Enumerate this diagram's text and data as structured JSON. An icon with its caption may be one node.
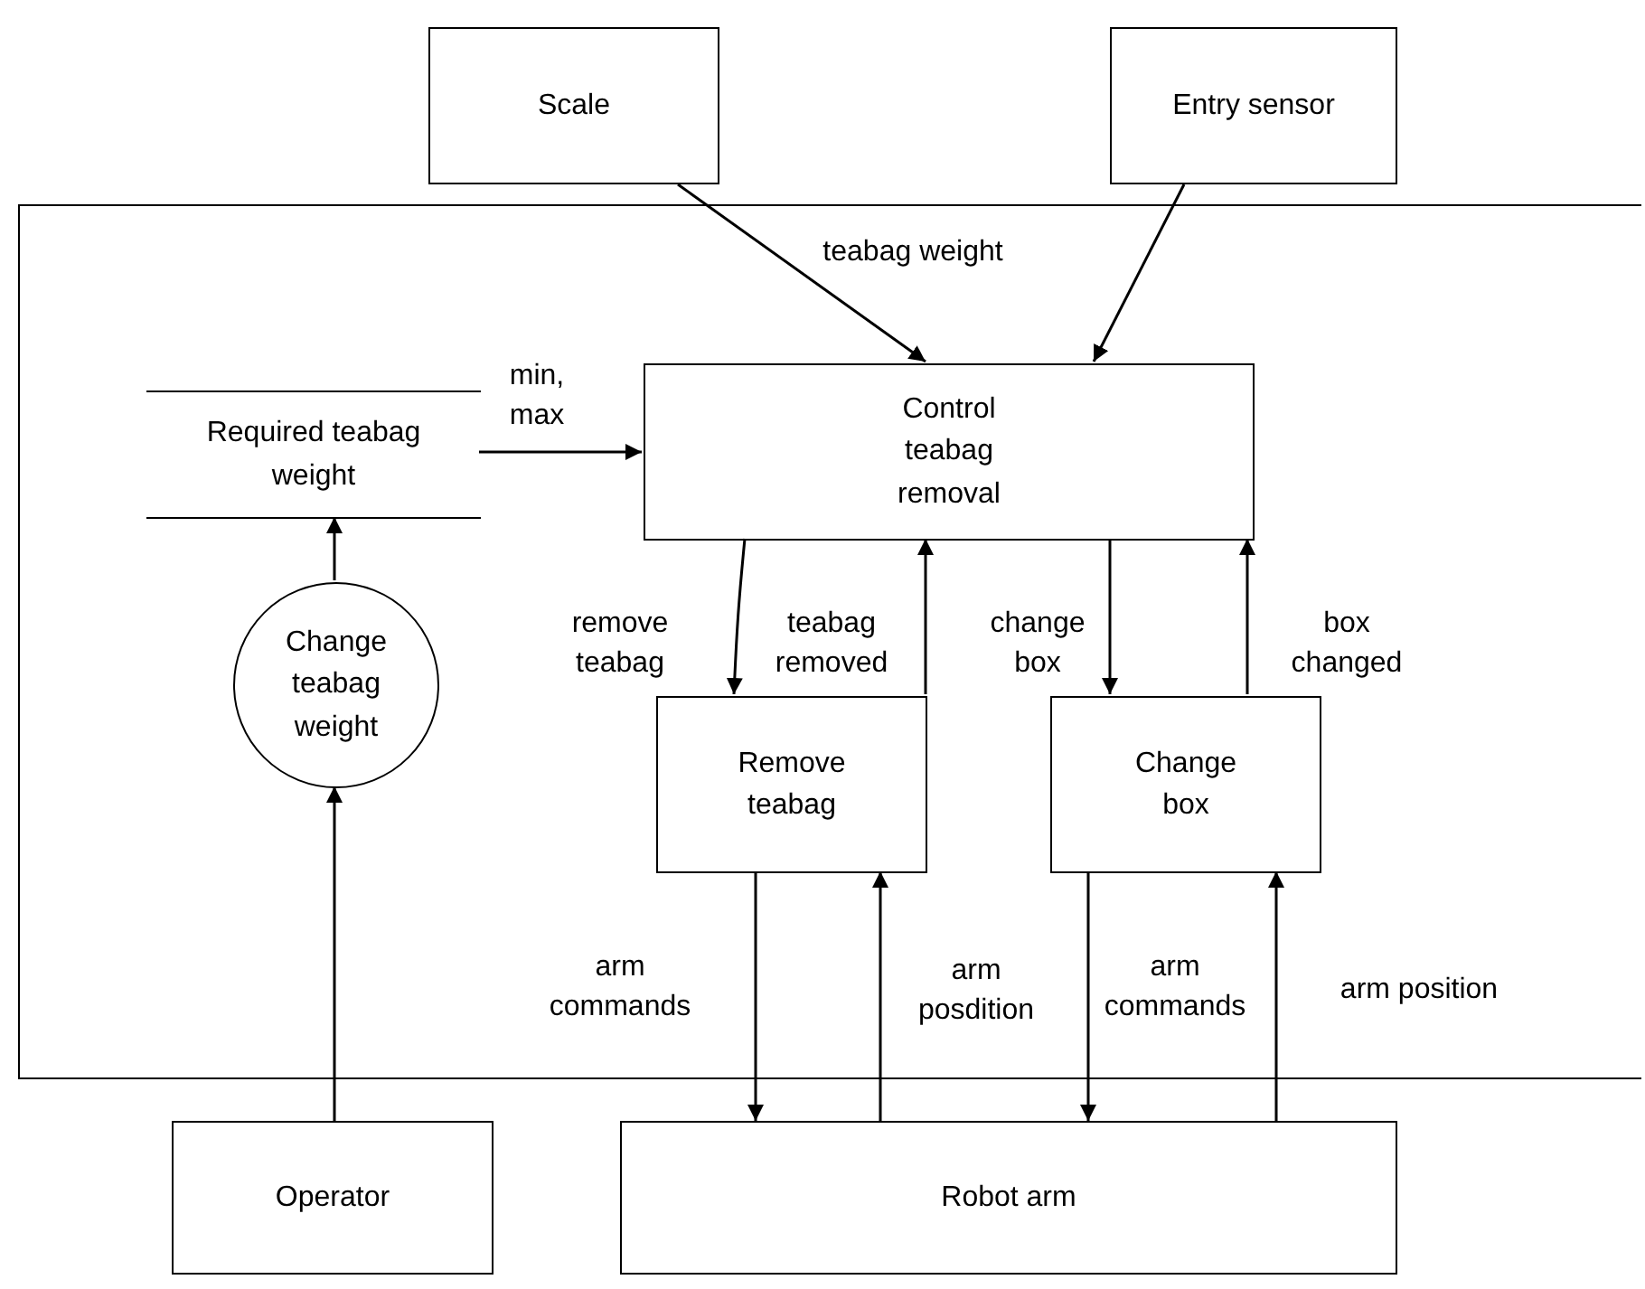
{
  "diagram": {
    "nodes": [
      {
        "text": [
          "Scale"
        ]
      },
      {
        "text": [
          "Entry sensor"
        ]
      },
      {
        "text": [],
        "shape": "box"
      },
      {
        "text": [
          "Required teabag weight"
        ],
        "in": 2
      },
      {
        "text": [
          "Control teabag removal"
        ],
        "in": 2
      },
      {
        "text": [
          "Change teabag weight"
        ],
        "in": 2
      },
      {
        "text": [
          "Remove teabag"
        ],
        "in": 2
      },
      {
        "text": [
          "Change box"
        ],
        "in": 2
      },
      {
        "text": [
          "Operator"
        ]
      },
      {
        "text": [
          "Robot arm"
        ]
      }
    ],
    "edges": [
      {
        "from": 0,
        "to": 4,
        "arrow": "to",
        "label": "teabag weight"
      },
      {
        "from": 1,
        "to": 4,
        "arrow": "to"
      },
      {
        "from": 3,
        "to": 4,
        "arrow": "to",
        "label": "min, max"
      },
      {
        "from": 5,
        "to": 3,
        "arrow": "to"
      },
      {
        "from": 8,
        "to": 5,
        "arrow": "to"
      },
      {
        "from": 4,
        "to": 6,
        "arrow": "to",
        "label": "remove teabag"
      },
      {
        "from": 6,
        "to": 4,
        "arrow": "to",
        "label": "teabag removed"
      },
      {
        "from": 4,
        "to": 7,
        "arrow": "to",
        "label": "change box"
      },
      {
        "from": 7,
        "to": 4,
        "arrow": "to",
        "label": "box changed"
      },
      {
        "from": 6,
        "to": 9,
        "arrow": "to",
        "label": "arm commands"
      },
      {
        "from": 9,
        "to": 6,
        "arrow": "to",
        "label": "arm posdition"
      },
      {
        "from": 7,
        "to": 9,
        "arrow": "to",
        "label": "arm commands"
      },
      {
        "from": 9,
        "to": 7,
        "arrow": "to",
        "label": "arm position"
      }
    ]
  }
}
